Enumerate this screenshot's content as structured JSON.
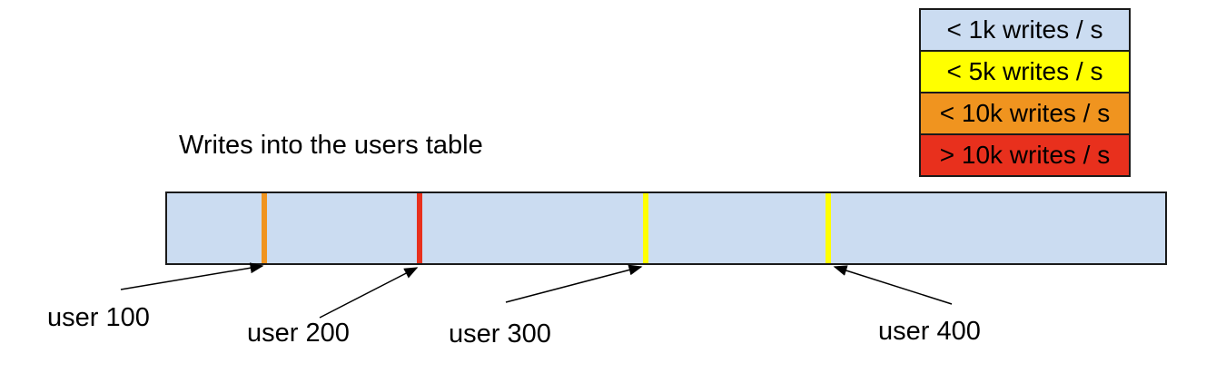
{
  "title": "Writes into the users table",
  "legend": {
    "items": [
      {
        "label": "< 1k writes / s",
        "color": "#cbdcf1"
      },
      {
        "label": "< 5k writes / s",
        "color": "#ffff00"
      },
      {
        "label": "< 10k writes / s",
        "color": "#f0941f"
      },
      {
        "label": "> 10k writes / s",
        "color": "#e8301d"
      }
    ]
  },
  "table_bar": {
    "fill": "#cbdcf1",
    "border_color": "#1a1a1a",
    "markers": [
      {
        "user": "user 100",
        "rate_bucket": "< 10k writes / s",
        "color": "#f0941f",
        "position_pct": 9.5
      },
      {
        "user": "user 200",
        "rate_bucket": "> 10k writes / s",
        "color": "#e8301d",
        "position_pct": 25.0
      },
      {
        "user": "user 300",
        "rate_bucket": "< 5k writes / s",
        "color": "#ffff00",
        "position_pct": 47.7
      },
      {
        "user": "user 400",
        "rate_bucket": "< 5k writes / s",
        "color": "#ffff00",
        "position_pct": 66.0
      }
    ]
  },
  "annotations": [
    {
      "label": "user 100"
    },
    {
      "label": "user 200"
    },
    {
      "label": "user 300"
    },
    {
      "label": "user 400"
    }
  ]
}
